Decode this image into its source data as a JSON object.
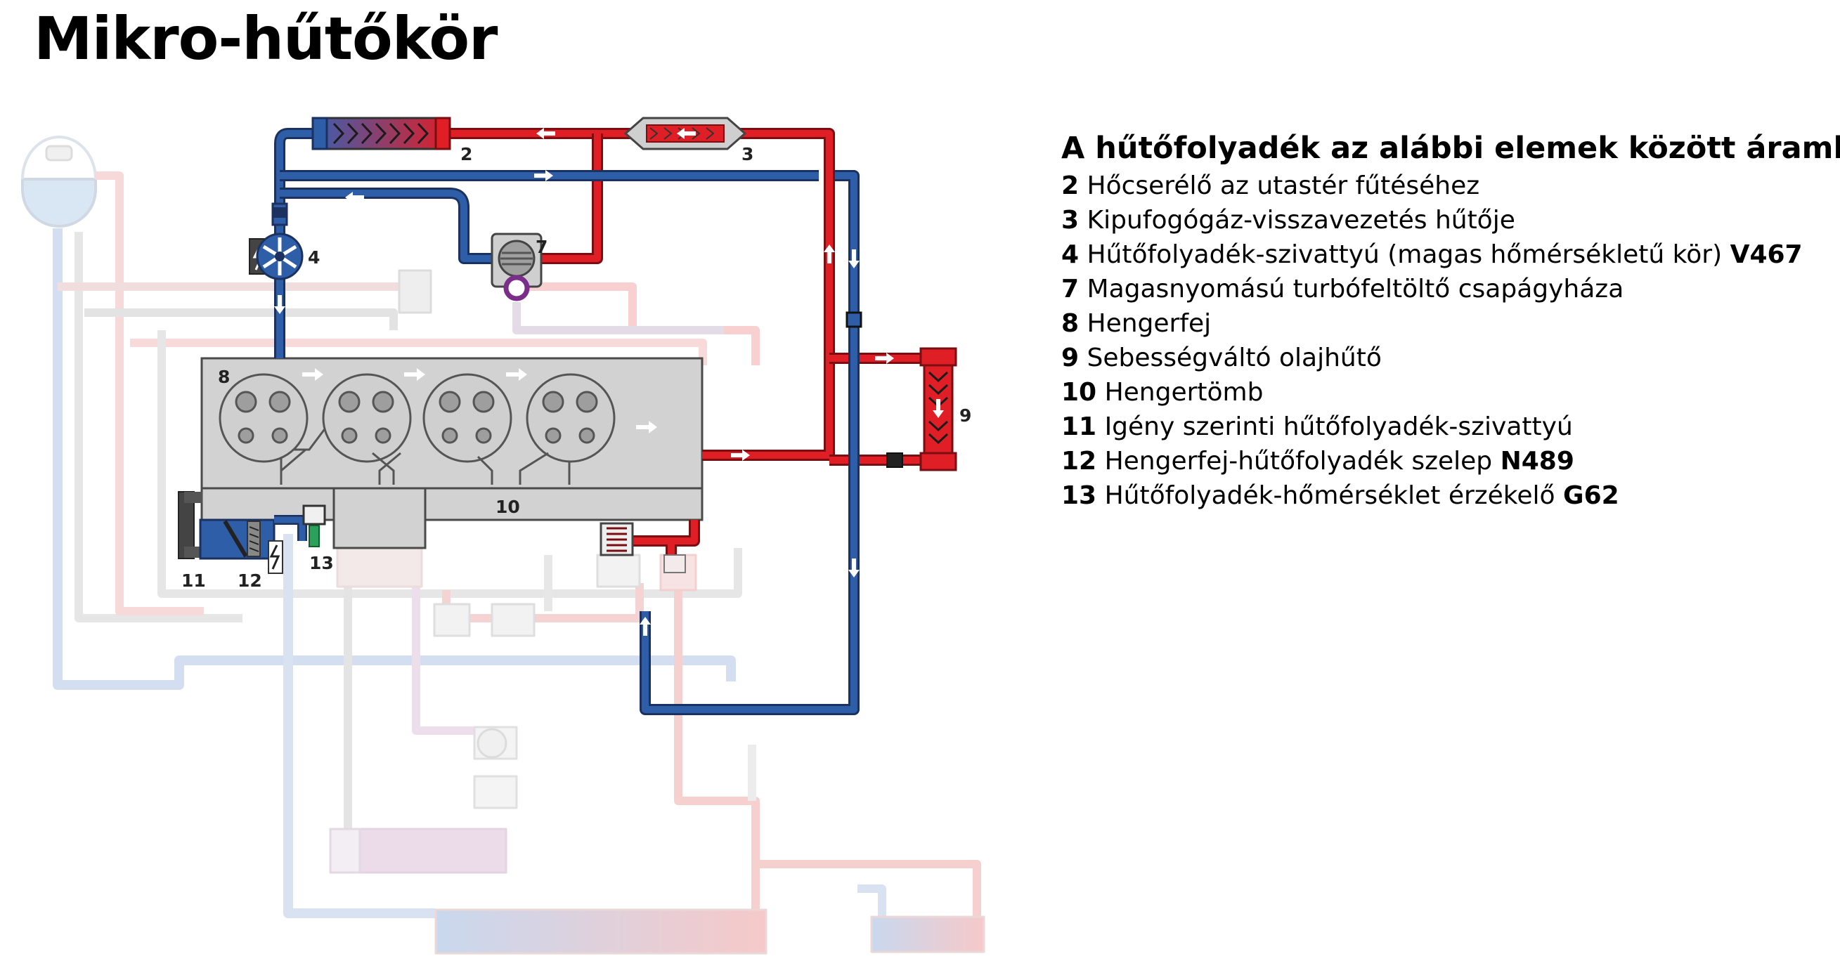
{
  "title": "Mikro-hűtőkör",
  "colors": {
    "hot": "#e01e26",
    "cold": "#2f5ea8",
    "hot_faded": "#f5c8c8",
    "cold_faded": "#cbd8ea",
    "grey_faded": "#e4e4e4",
    "engine": "#d2d2d2"
  },
  "legend": {
    "heading": "A hűtőfolyadék az alábbi elemek között áramlik:",
    "items": [
      {
        "num": "2",
        "text": "Hőcserélő az utastér fűtéséhez",
        "code": ""
      },
      {
        "num": "3",
        "text": "Kipufogógáz-visszavezetés hűtője",
        "code": ""
      },
      {
        "num": "4",
        "text": "Hűtőfolyadék-szivattyú (magas hőmérsékletű kör)",
        "code": "V467"
      },
      {
        "num": "7",
        "text": "Magasnyomású turbófeltöltő csapágyháza",
        "code": ""
      },
      {
        "num": "8",
        "text": "Hengerfej",
        "code": ""
      },
      {
        "num": "9",
        "text": "Sebességváltó olajhűtő",
        "code": ""
      },
      {
        "num": "10",
        "text": "Hengertömb",
        "code": ""
      },
      {
        "num": "11",
        "text": "Igény szerinti hűtőfolyadék-szivattyú",
        "code": ""
      },
      {
        "num": "12",
        "text": "Hengerfej-hűtőfolyadék szelep",
        "code": "N489"
      },
      {
        "num": "13",
        "text": "Hűtőfolyadék-hőmérséklet érzékelő",
        "code": "G62"
      }
    ]
  },
  "diagram_labels": {
    "l2": "2",
    "l3": "3",
    "l4": "4",
    "l7": "7",
    "l8": "8",
    "l9": "9",
    "l10": "10",
    "l11": "11",
    "l12": "12",
    "l13": "13"
  }
}
